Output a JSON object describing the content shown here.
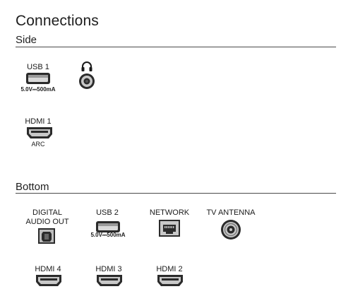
{
  "page": {
    "title": "Connections"
  },
  "side": {
    "heading": "Side",
    "usb": {
      "label": "USB 1",
      "spec": "5.0V⎓500mA",
      "icon": "usb-port-icon"
    },
    "headphones": {
      "icon": "headphones-icon",
      "jack_icon": "audio-jack-icon"
    },
    "hdmi": {
      "label": "HDMI 1",
      "sub": "ARC",
      "icon": "hdmi-port-icon"
    }
  },
  "bottom": {
    "heading": "Bottom",
    "digital_audio": {
      "label_line1": "DIGITAL",
      "label_line2": "AUDIO OUT",
      "icon": "optical-port-icon"
    },
    "usb": {
      "label": "USB 2",
      "spec": "5.0V⎓500mA",
      "icon": "usb-port-icon"
    },
    "network": {
      "label": "NETWORK",
      "icon": "ethernet-port-icon"
    },
    "antenna": {
      "label": "TV ANTENNA",
      "icon": "coax-port-icon"
    },
    "hdmi_ports": [
      {
        "label": "HDMI 4",
        "icon": "hdmi-port-icon"
      },
      {
        "label": "HDMI 3",
        "icon": "hdmi-port-icon"
      },
      {
        "label": "HDMI 2",
        "icon": "hdmi-port-icon"
      }
    ]
  },
  "colors": {
    "port_fill": "#c8c8c8",
    "port_stroke": "#2b2b2b",
    "text": "#1a1a1a"
  }
}
